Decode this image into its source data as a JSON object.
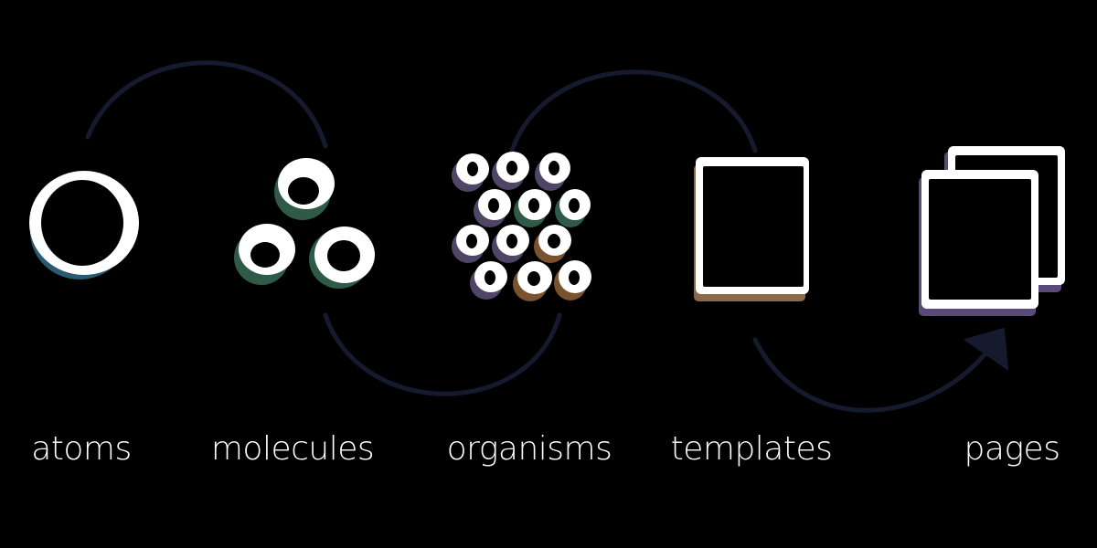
{
  "colors": {
    "background": "#000000",
    "connector": "#161a2e",
    "ring": "#ffffff",
    "atom_shadow": "#2a5a72",
    "molecule_shadow": "#2f5a48",
    "organism_shadow_lavender": "#4f4566",
    "organism_shadow_peach": "#7a5230",
    "template_shadow": "#8a6a48",
    "page_shadow": "#5a4a78"
  },
  "stages": [
    {
      "id": "atoms",
      "label": "atoms",
      "icon": "single-ring-icon"
    },
    {
      "id": "molecules",
      "label": "molecules",
      "icon": "three-rings-icon"
    },
    {
      "id": "organisms",
      "label": "organisms",
      "icon": "ring-cluster-icon"
    },
    {
      "id": "templates",
      "label": "templates",
      "icon": "frame-icon"
    },
    {
      "id": "pages",
      "label": "pages",
      "icon": "stacked-frames-icon"
    }
  ]
}
